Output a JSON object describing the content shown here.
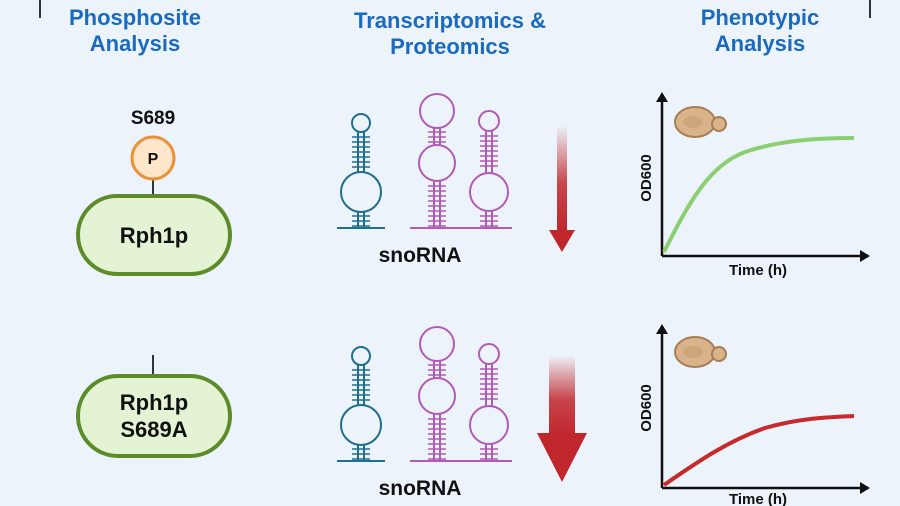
{
  "headers": {
    "phosphosite": [
      "Phosphosite",
      "Analysis"
    ],
    "omics": [
      "Transcriptomics &",
      "Proteomics"
    ],
    "phenotypic": [
      "Phenotypic",
      "Analysis"
    ]
  },
  "top_row": {
    "site_label": "S689",
    "phospho_label": "P",
    "protein_label": "Rph1p",
    "rna_label": "snoRNA",
    "ylabel": "OD600",
    "xlabel": "Time (h)"
  },
  "bottom_row": {
    "protein_label_1": "Rph1p",
    "protein_label_2": "S689A",
    "rna_label": "snoRNA",
    "ylabel": "OD600",
    "xlabel": "Time (h)"
  },
  "colors": {
    "header_blue": "#1a6bbf",
    "protein_fill": "#e3f3d3",
    "protein_border": "#5c8c2a",
    "phospho_fill": "#fde6c9",
    "phospho_border": "#e8923a",
    "rna_blue": "#1f6e8c",
    "rna_purple": "#b25bb5",
    "arrow_red": "#c0272d",
    "wildtype_curve": "#8ccf72",
    "mutant_curve": "#c62a2a"
  }
}
